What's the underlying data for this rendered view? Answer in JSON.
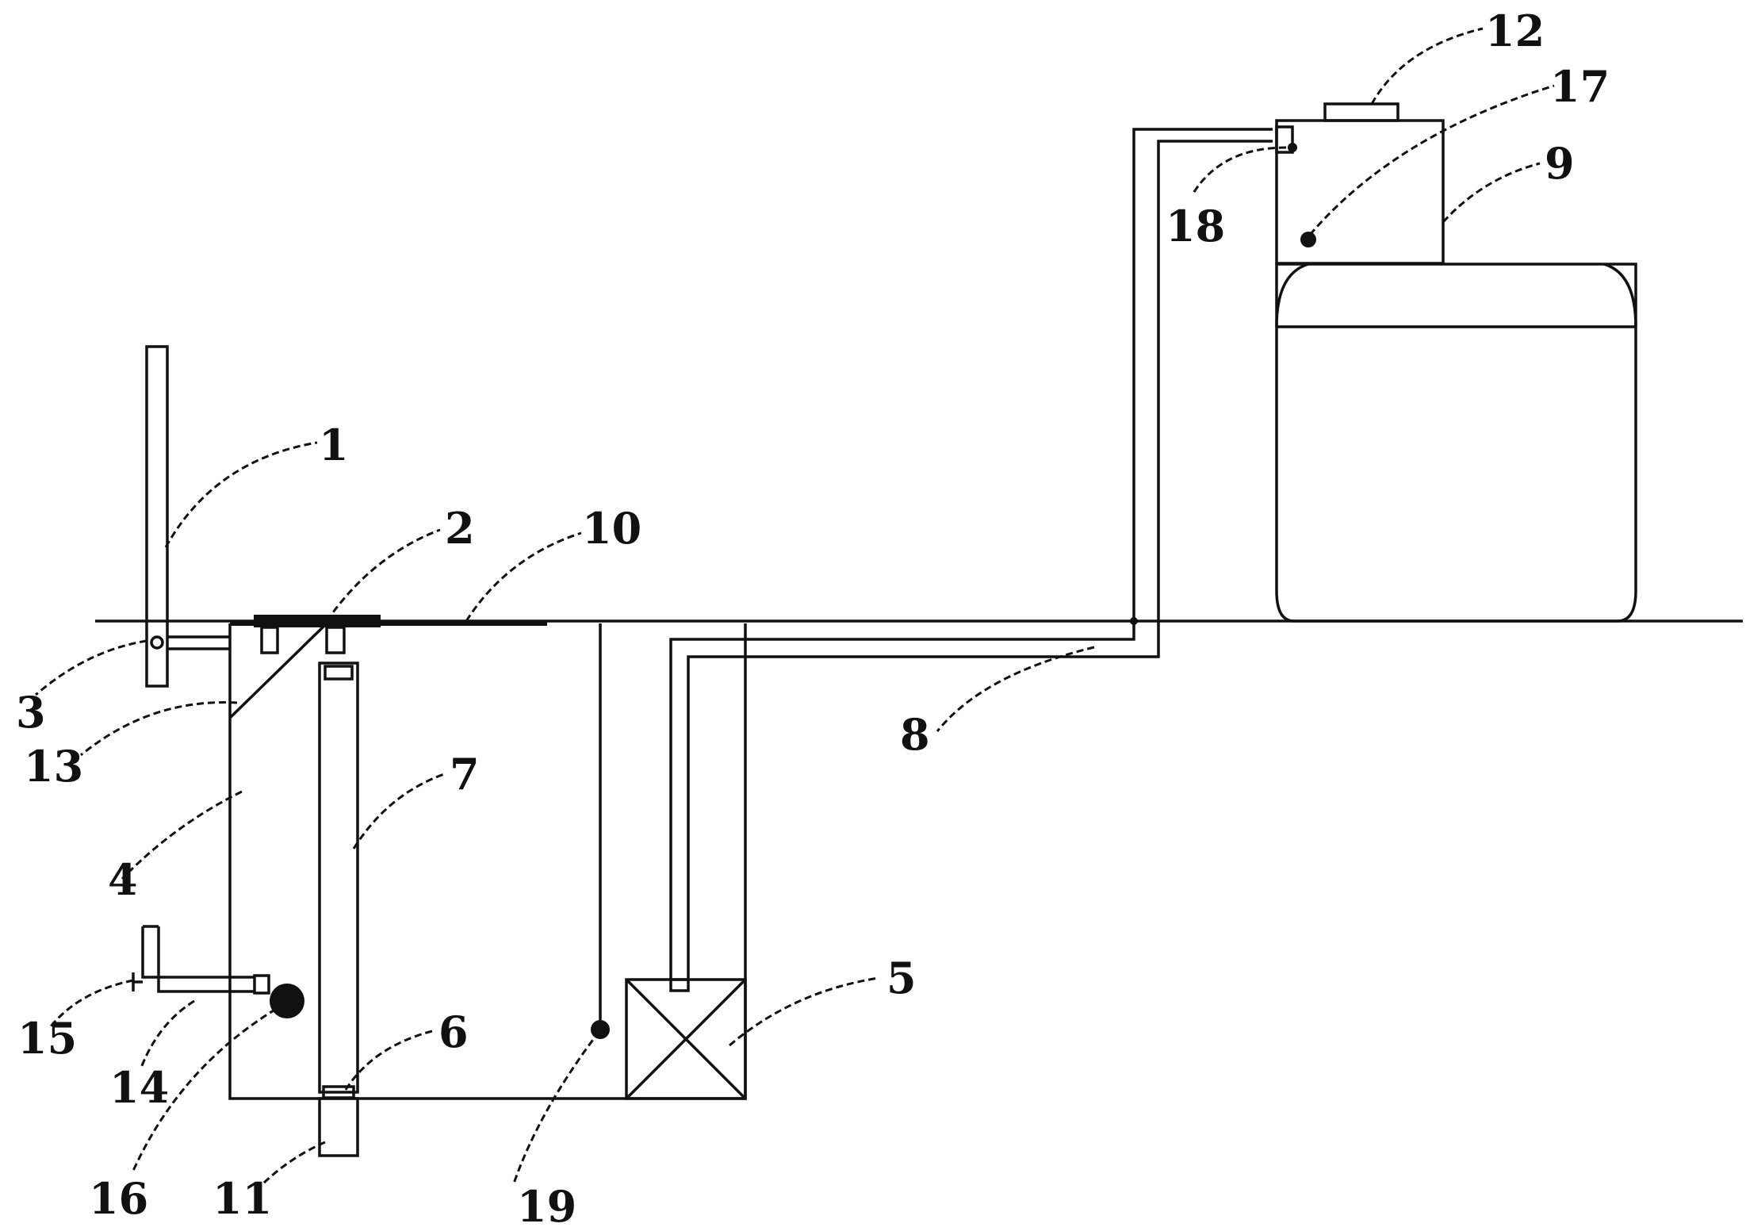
{
  "colors": {
    "stroke": "#111111",
    "background": "#ffffff"
  },
  "labels": {
    "l1": "1",
    "l2": "2",
    "l3": "3",
    "l4": "4",
    "l5": "5",
    "l6": "6",
    "l7": "7",
    "l8": "8",
    "l9": "9",
    "l10": "10",
    "l11": "11",
    "l12": "12",
    "l13": "13",
    "l14": "14",
    "l15": "15",
    "l16": "16",
    "l17": "17",
    "l18": "18",
    "l19": "19"
  }
}
